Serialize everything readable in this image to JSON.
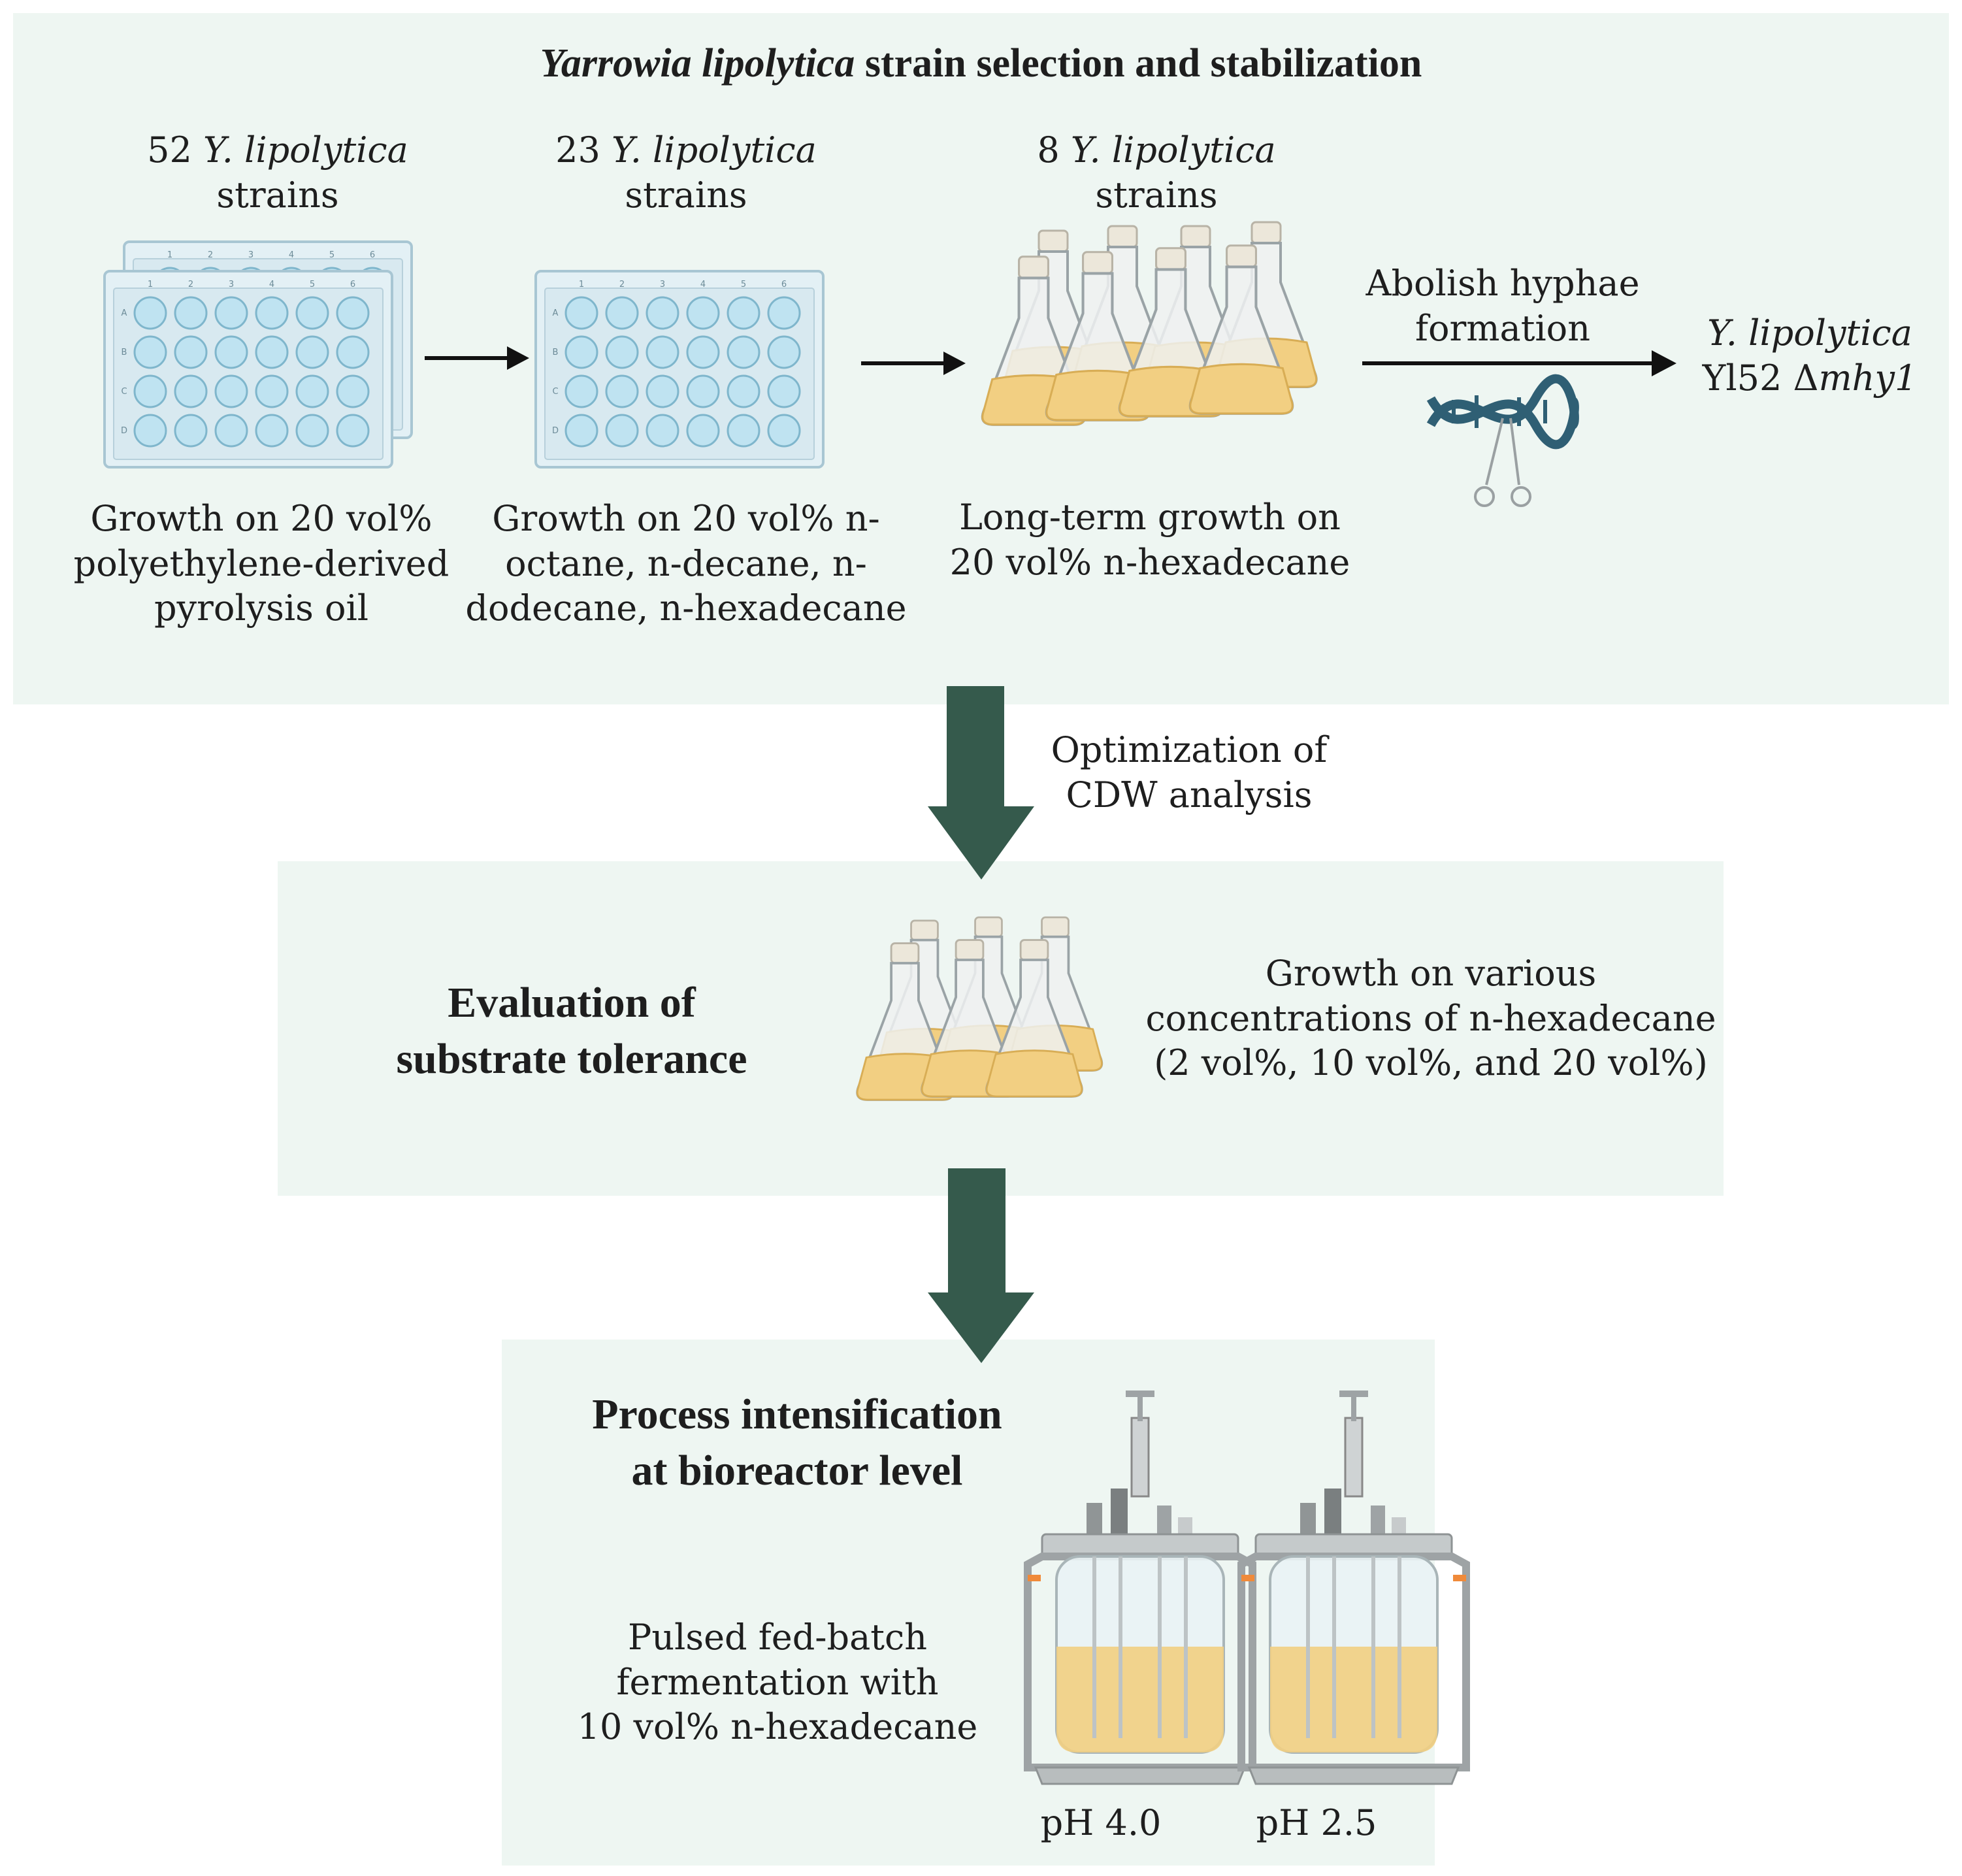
{
  "panel1": {
    "title_italic": "Yarrowia lipolytica",
    "title_rest": " strain selection and stabilization",
    "step1": {
      "count": "52",
      "species": "Y. lipolytica",
      "unit": "strains",
      "description_lines": [
        "Growth on 20 vol%",
        "polyethylene-derived",
        "pyrolysis oil"
      ]
    },
    "step2": {
      "count": "23",
      "species": "Y. lipolytica",
      "unit": "strains",
      "description_lines": [
        "Growth on 20 vol% n-",
        "octane, n-decane, n-",
        "dodecane, n-hexadecane"
      ]
    },
    "step3": {
      "count": "8",
      "species": "Y. lipolytica",
      "unit": "strains",
      "description_lines": [
        "Long-term growth on",
        "20 vol% n-hexadecane"
      ]
    },
    "step4": {
      "label_lines": [
        "Abolish hyphae",
        "formation"
      ]
    },
    "result": {
      "species": "Y. lipolytica",
      "strain": "Yl52 Δ",
      "gene": "mhy1"
    },
    "plate_columns": [
      "1",
      "2",
      "3",
      "4",
      "5",
      "6"
    ],
    "plate_rows": [
      "A",
      "B",
      "C",
      "D"
    ]
  },
  "arrow1_label_lines": [
    "Optimization of",
    "CDW analysis"
  ],
  "panel2": {
    "title_lines": [
      "Evaluation of",
      "substrate tolerance"
    ],
    "description_lines": [
      "Growth on various",
      "concentrations of n-hexadecane",
      "(2 vol%, 10 vol%, and 20 vol%)"
    ]
  },
  "panel3": {
    "title_lines": [
      "Process intensification",
      "at bioreactor level"
    ],
    "description_lines": [
      "Pulsed fed-batch",
      "fermentation with",
      "10 vol% n-hexadecane"
    ],
    "reactor1_label": "pH 4.0",
    "reactor2_label": "pH 2.5"
  },
  "colors": {
    "panel_bg": "#eef6f2",
    "big_arrow": "#355a4c",
    "liquid": "#f2cf82",
    "well": "#bfe3f1",
    "dna": "#2f5f74"
  }
}
